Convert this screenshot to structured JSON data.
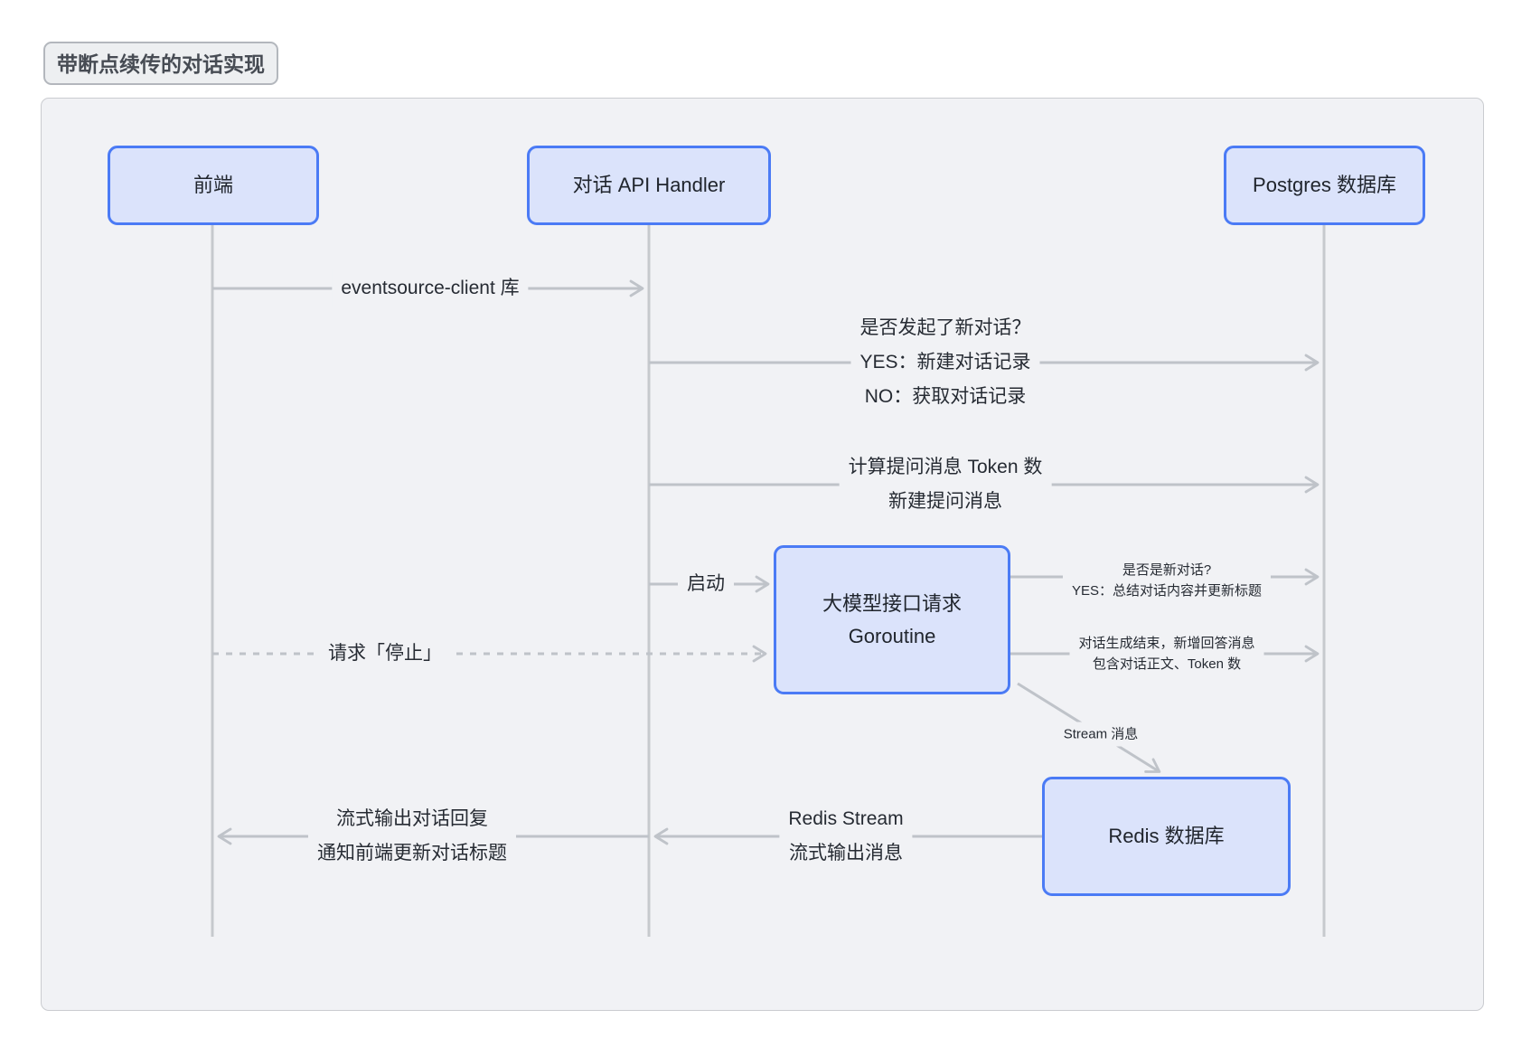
{
  "title": "带断点续传的对话实现",
  "actors": {
    "frontend": "前端",
    "api_handler": "对话 API Handler",
    "postgres": "Postgres 数据库"
  },
  "nodes": {
    "goroutine_line1": "大模型接口请求",
    "goroutine_line2": "Goroutine",
    "redis": "Redis 数据库"
  },
  "messages": {
    "eventsource_lib": "eventsource-client 库",
    "new_conversation_question": "是否发起了新对话？",
    "new_conversation_yes": "YES：新建对话记录",
    "new_conversation_no": "NO：获取对话记录",
    "token_count": "计算提问消息 Token 数",
    "create_question": "新建提问消息",
    "start": "启动",
    "stop_request": "请求「停止」",
    "is_new_question": "是否是新对话?",
    "is_new_yes": "YES：总结对话内容并更新标题",
    "generation_done": "对话生成结束，新增回答消息",
    "generation_done_detail": "包含对话正文、Token 数",
    "stream_message": "Stream 消息",
    "redis_stream": "Redis Stream",
    "stream_output": "流式输出消息",
    "stream_reply": "流式输出对话回复",
    "notify_update_title": "通知前端更新对话标题"
  },
  "colors": {
    "node_fill": "#dbe3fb",
    "node_border": "#4b7bf5",
    "panel_fill": "#f1f2f5",
    "panel_border": "#caccd0",
    "arrow_gray": "#bfc3c9",
    "lifeline_gray": "#c6c9cd",
    "text_dark": "#262b33"
  }
}
